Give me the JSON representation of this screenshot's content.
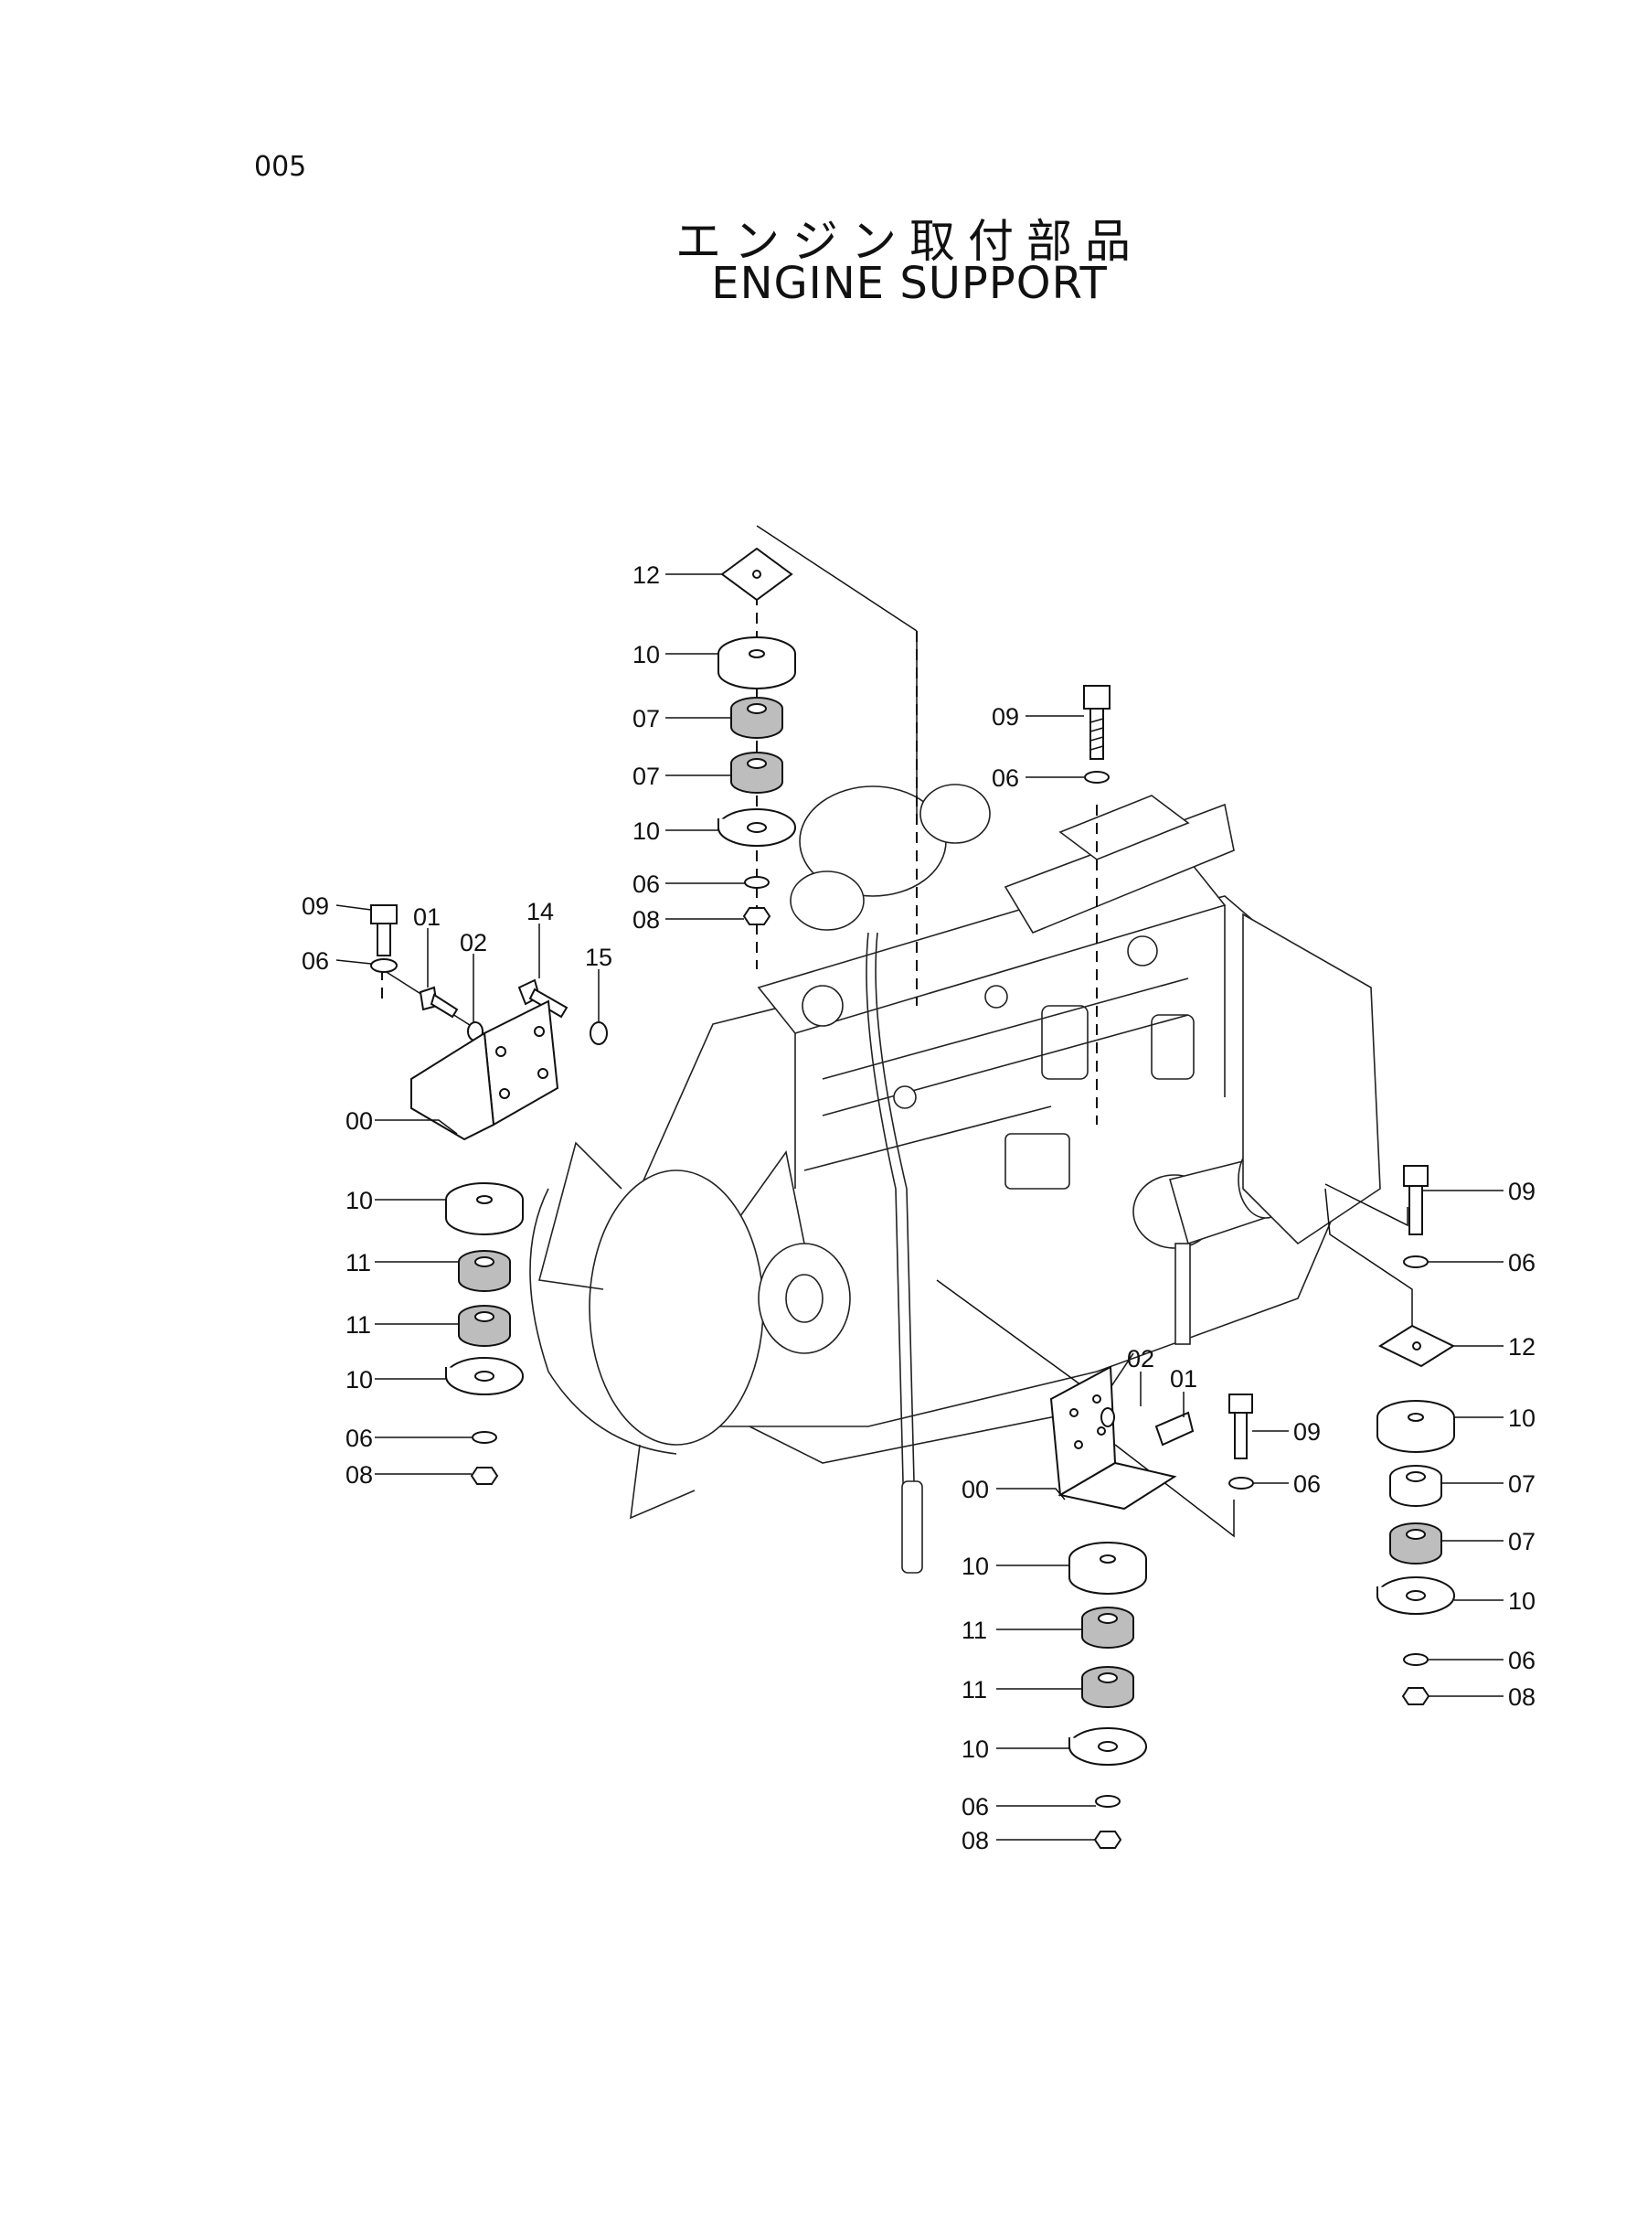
{
  "page_number": "005",
  "title_jp": "エンジン取付部品",
  "title_en": "ENGINE SUPPORT",
  "callouts": {
    "top": [
      "12",
      "10",
      "07",
      "07",
      "10",
      "06",
      "08"
    ],
    "top_right_bolt": [
      "09",
      "06"
    ],
    "left_bracket": [
      "09",
      "06",
      "01",
      "02",
      "14",
      "15",
      "00"
    ],
    "left_stack": [
      "10",
      "11",
      "11",
      "10",
      "06",
      "08"
    ],
    "right_side": [
      "09",
      "06",
      "12"
    ],
    "right_stack": [
      "10",
      "07",
      "07",
      "10",
      "06",
      "08"
    ],
    "bottom_bracket": [
      "02",
      "01",
      "09",
      "06",
      "00"
    ],
    "bottom_stack": [
      "10",
      "11",
      "11",
      "10",
      "06",
      "08"
    ]
  }
}
